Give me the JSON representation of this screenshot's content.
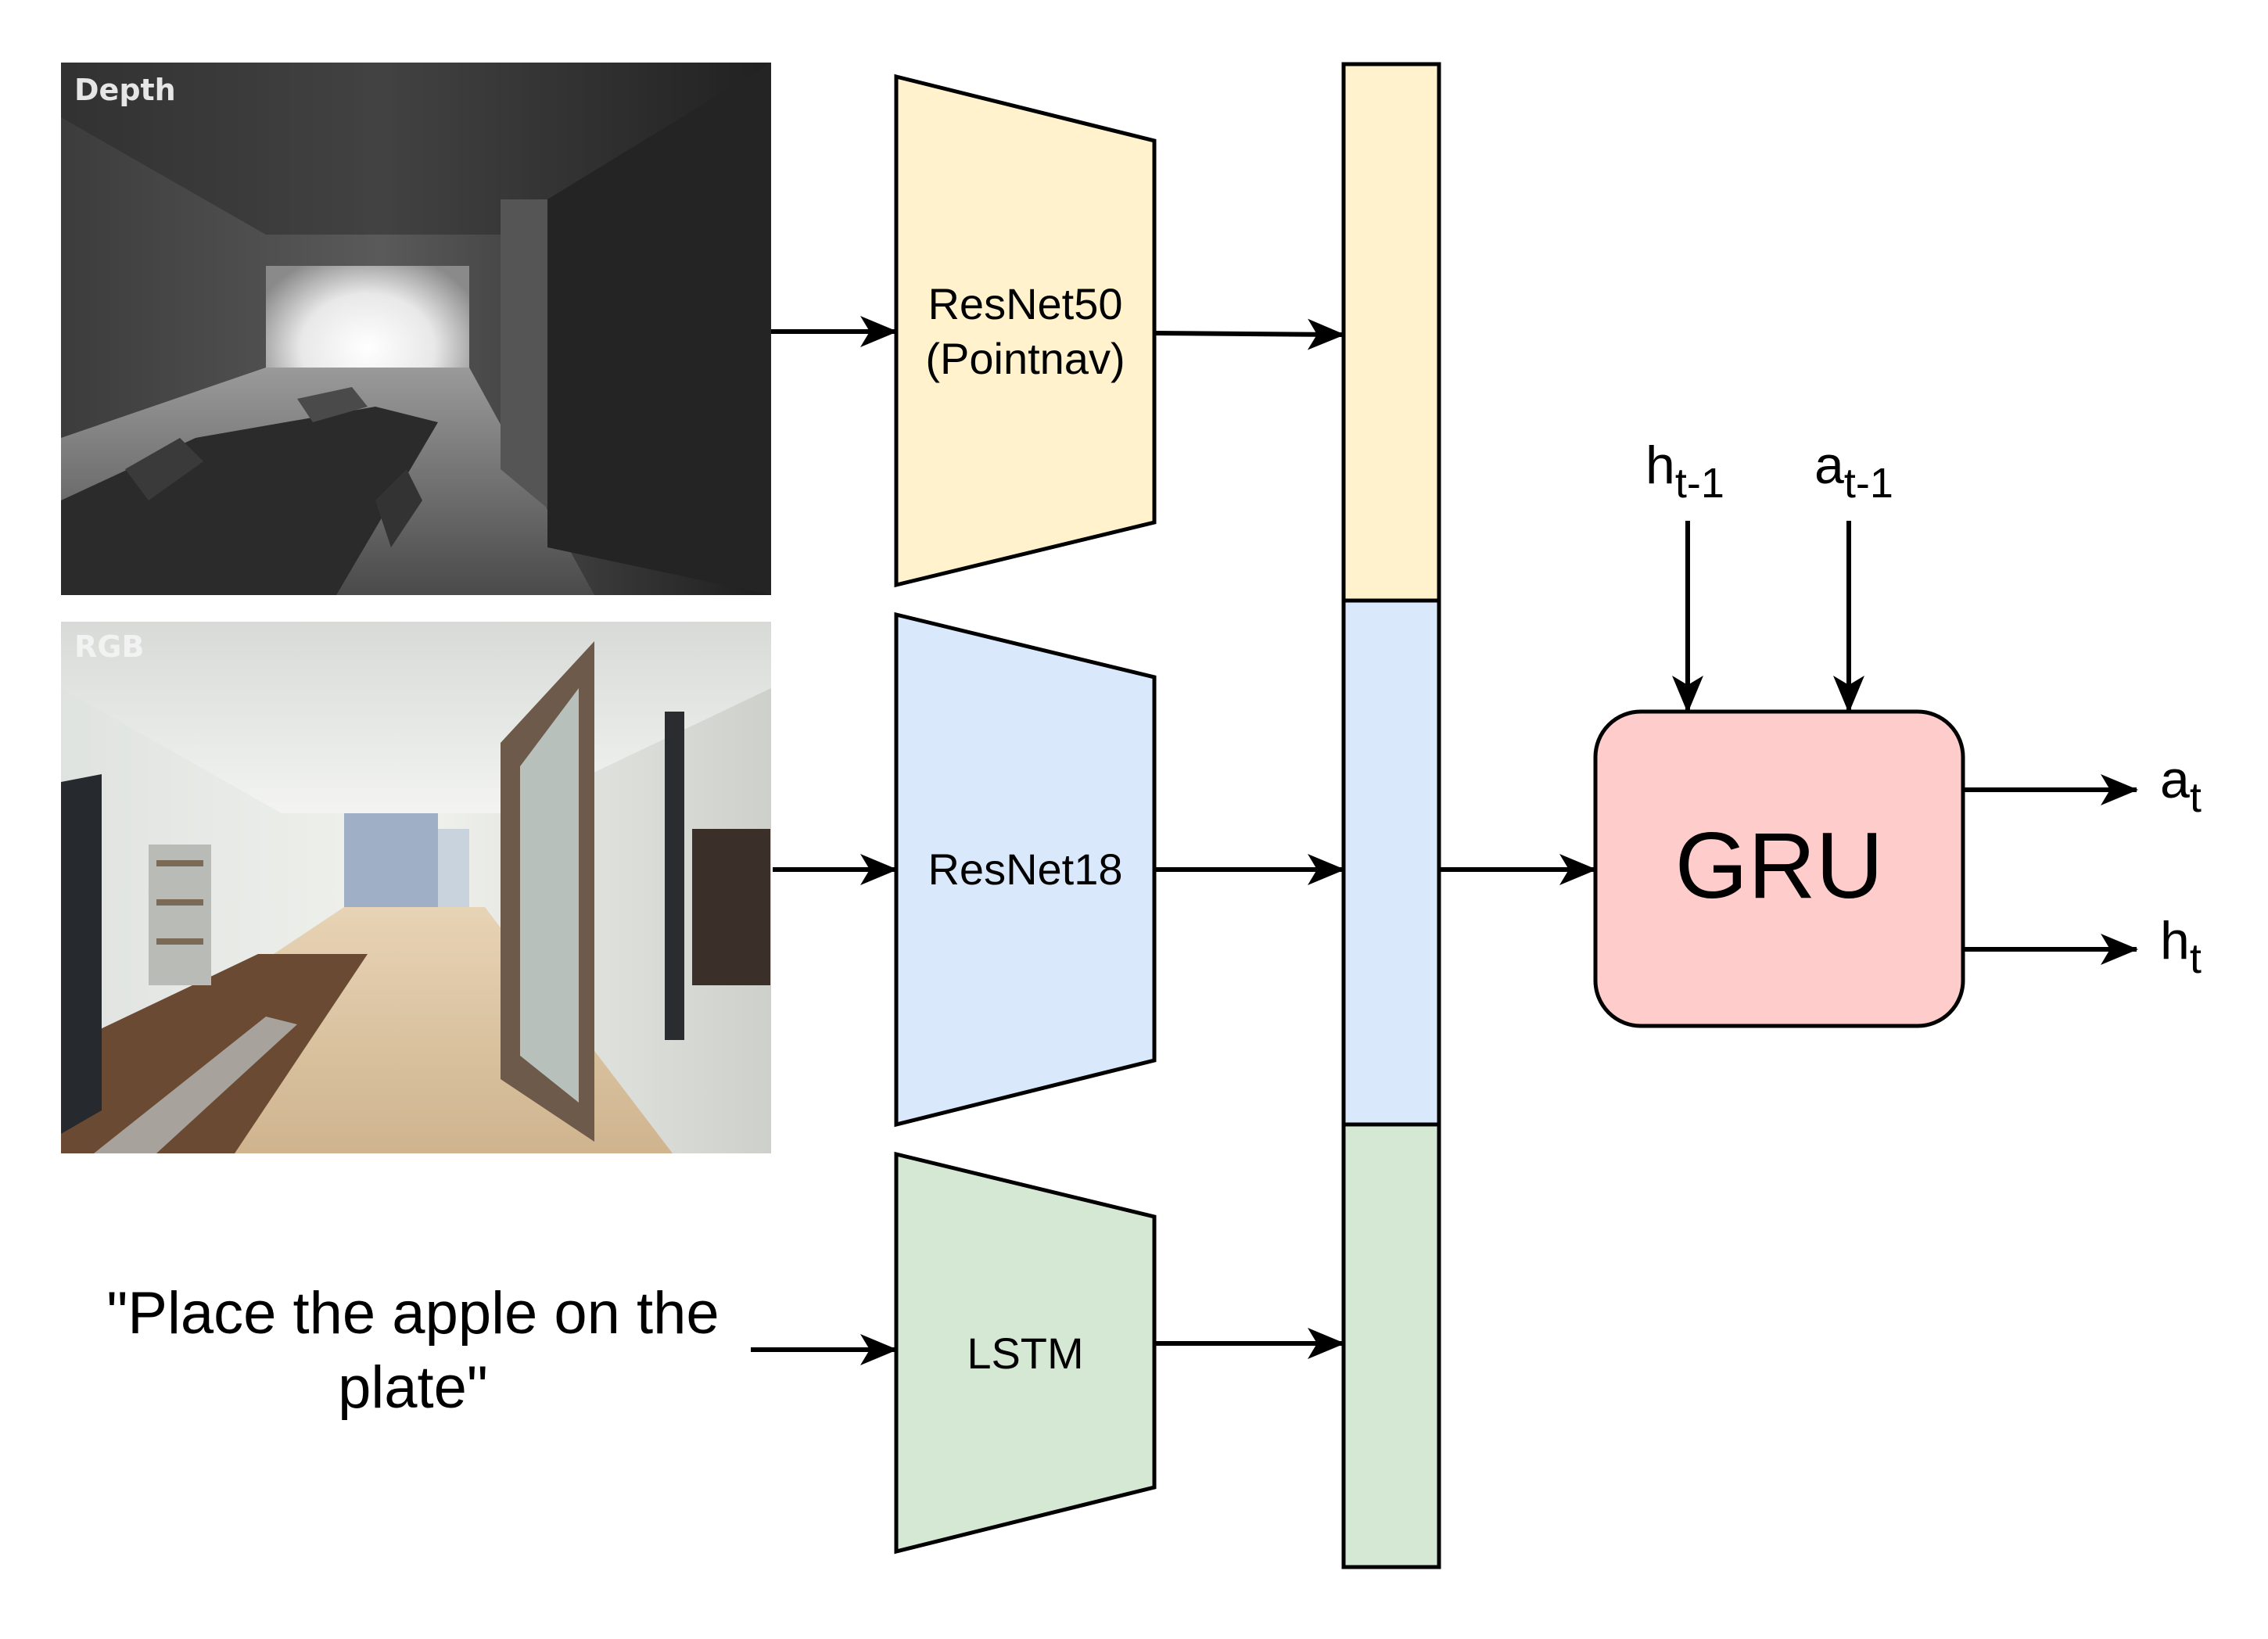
{
  "images": {
    "depth": {
      "label": "Depth"
    },
    "rgb": {
      "label": "RGB"
    }
  },
  "instruction": {
    "line1": "\"Place the apple on the",
    "line2": "plate\""
  },
  "encoders": {
    "depth": {
      "line1": "ResNet50",
      "line2": "(Pointnav)",
      "fill": "#fff2cc"
    },
    "rgb": {
      "label": "ResNet18",
      "fill": "#dae8fc"
    },
    "text": {
      "label": "LSTM",
      "fill": "#d5e8d4"
    }
  },
  "feature_vector": {
    "colors": [
      "#fff2cc",
      "#dae8fc",
      "#d5e8d4"
    ]
  },
  "gru": {
    "label": "GRU",
    "fill": "#ffcccc"
  },
  "inputs": {
    "hidden_prev": {
      "base": "h",
      "sub": "t-1"
    },
    "action_prev": {
      "base": "a",
      "sub": "t-1"
    }
  },
  "outputs": {
    "action": {
      "base": "a",
      "sub": "t"
    },
    "hidden": {
      "base": "h",
      "sub": "t"
    }
  }
}
